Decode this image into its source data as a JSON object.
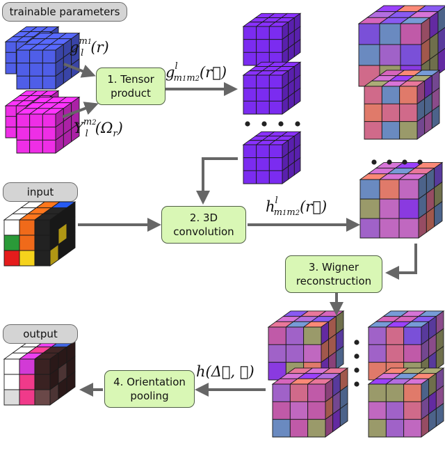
{
  "labels": {
    "trainable_parameters": "trainable parameters",
    "input": "input",
    "output": "output"
  },
  "steps": {
    "tensor_product": [
      "1. Tensor",
      "product"
    ],
    "convolution": [
      "2. 3D",
      "convolution"
    ],
    "wigner": [
      "3. Wigner",
      "reconstruction"
    ],
    "pooling": [
      "4. Orientation",
      "pooling"
    ]
  },
  "math": {
    "g_radial": {
      "base": "g",
      "sup": "m",
      "sup_sub": "1",
      "sub": "l",
      "arg": "(r)"
    },
    "Y_angular": {
      "base": "Y",
      "sup": "m",
      "sup_sub": "2",
      "sub": "l",
      "arg": "(Ω",
      "arg_sub": "r",
      "arg_close": ")"
    },
    "g_product": {
      "base": "g",
      "sup": "l",
      "sub": "m",
      "sub1": "1",
      "sub_m2": "m",
      "sub2": "2",
      "arg": "(r⃗)"
    },
    "h_conv": {
      "base": "h",
      "sup": "l",
      "sub": "m",
      "sub1": "1",
      "sub_m2": "m",
      "sub2": "2",
      "arg": "(r⃗)"
    },
    "h_final": "h(Δ⃗, ℛ)"
  },
  "palette": {
    "blue_filter": "#4f5ee8",
    "magenta_filter": "#ee2ee6",
    "purple_filter": "#7b2cf0",
    "step_fill": "#d9f7b5",
    "tag_fill": "#d4d4d4",
    "arrow": "#666666",
    "input_colors": [
      "#ffffff",
      "#f06a1a",
      "#222222",
      "#2250d8",
      "#2a9a38",
      "#e51c1c",
      "#f5d21c"
    ],
    "output_colors": [
      "#ffffff",
      "#dddddd",
      "#f03a8a",
      "#d23ad6",
      "#3a2222",
      "#6a4848",
      "#3a5ac8"
    ],
    "blend_colors": [
      "#a062c8",
      "#c05aa8",
      "#7a50d8",
      "#d06a8a",
      "#9a9a6a",
      "#8a3ae0",
      "#c068c0",
      "#6a8ac0",
      "#e07a6a"
    ]
  }
}
